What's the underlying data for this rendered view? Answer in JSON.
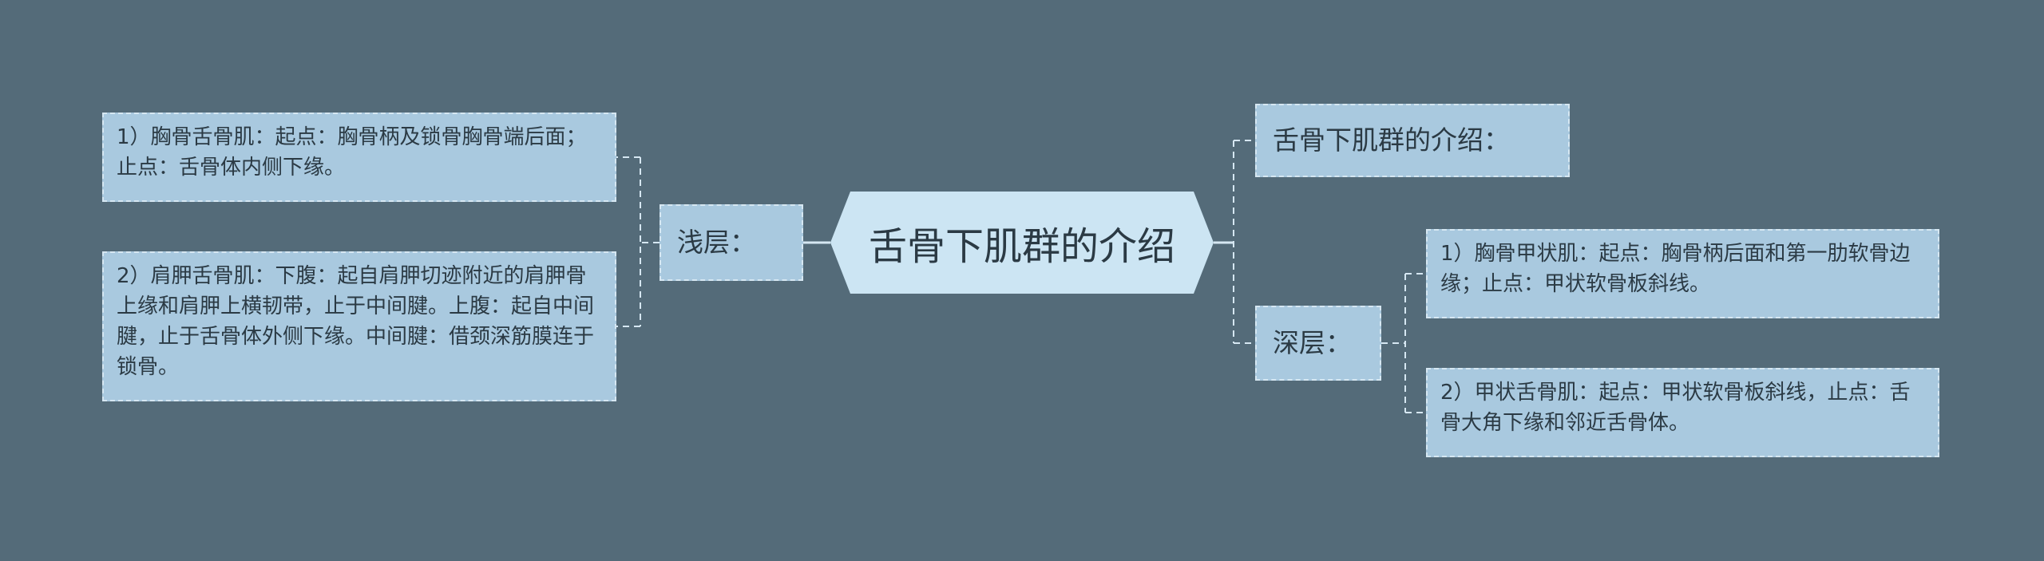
{
  "center": {
    "title": "舌骨下肌群的介绍"
  },
  "left": {
    "branch": "浅层：",
    "items": [
      "1）胸骨舌骨肌：起点：胸骨柄及锁骨胸骨端后面；止点：舌骨体内侧下缘。",
      "2）肩胛舌骨肌：下腹：起自肩胛切迹附近的肩胛骨上缘和肩胛上横韧带，止于中间腱。上腹：起自中间腱，止于舌骨体外侧下缘。中间腱：借颈深筋膜连于锁骨。"
    ]
  },
  "right": {
    "intro": "舌骨下肌群的介绍：",
    "branch": "深层：",
    "items": [
      "1）胸骨甲状肌：起点：胸骨柄后面和第一肋软骨边缘；止点：甲状软骨板斜线。",
      "2）甲状舌骨肌：起点：甲状软骨板斜线，止点：舌骨大角下缘和邻近舌骨体。"
    ]
  },
  "colors": {
    "background": "#546b79",
    "node_fill": "#a9c9df",
    "center_fill": "#cce5f3",
    "connector": "#d6e7f2"
  }
}
